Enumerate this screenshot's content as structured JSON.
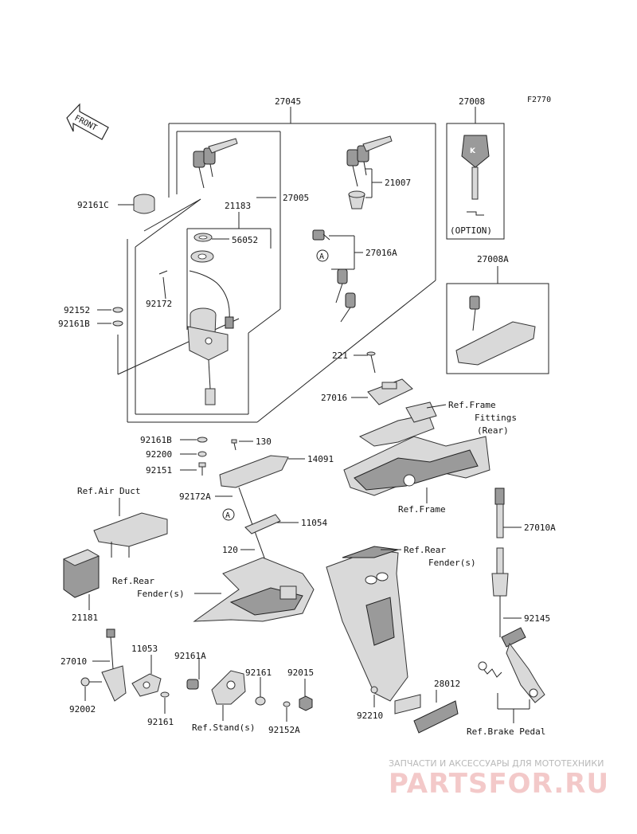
{
  "figure_code": "F2770",
  "front_label": "FRONT",
  "labels": {
    "p27045": "27045",
    "p27008": "27008",
    "p27008A": "27008A",
    "option": "(OPTION)",
    "p92161C": "92161C",
    "p21183": "21183",
    "p27005": "27005",
    "p21007": "21007",
    "p56052": "56052",
    "p27016A": "27016A",
    "p92172": "92172",
    "p92152_top": "92152",
    "p92161B_top": "92161B",
    "p221": "221",
    "p27016": "27016",
    "ref_frame_fittings_1": "Ref.Frame",
    "ref_frame_fittings_2": "Fittings",
    "ref_frame_fittings_3": "(Rear)",
    "p92161B_mid": "92161B",
    "p130": "130",
    "p92200": "92200",
    "p14091": "14091",
    "p92151": "92151",
    "ref_frame": "Ref.Frame",
    "ref_air_duct": "Ref.Air Duct",
    "p92172A": "92172A",
    "p11054": "11054",
    "p27010A": "27010A",
    "p120": "120",
    "ref_rear_fender_1a": "Ref.Rear",
    "ref_rear_fender_1b": "Fender(s)",
    "ref_rear_fender_2a": "Ref.Rear",
    "ref_rear_fender_2b": "Fender(s)",
    "p21181": "21181",
    "p92145": "92145",
    "p27010": "27010",
    "p11053": "11053",
    "p92161A": "92161A",
    "p92161_right": "92161",
    "p92015": "92015",
    "p28012": "28012",
    "p92002": "92002",
    "p92161_left": "92161",
    "ref_stand": "Ref.Stand(s)",
    "p92152A": "92152A",
    "p92210": "92210",
    "ref_brake_pedal": "Ref.Brake Pedal",
    "callout_a1": "A",
    "callout_a2": "A"
  },
  "watermark": {
    "tagline": "ЗАПЧАСТИ И АКСЕССУАРЫ ДЛЯ МОТОТЕХНИКИ",
    "brand": "PARTSFOR.RU"
  }
}
